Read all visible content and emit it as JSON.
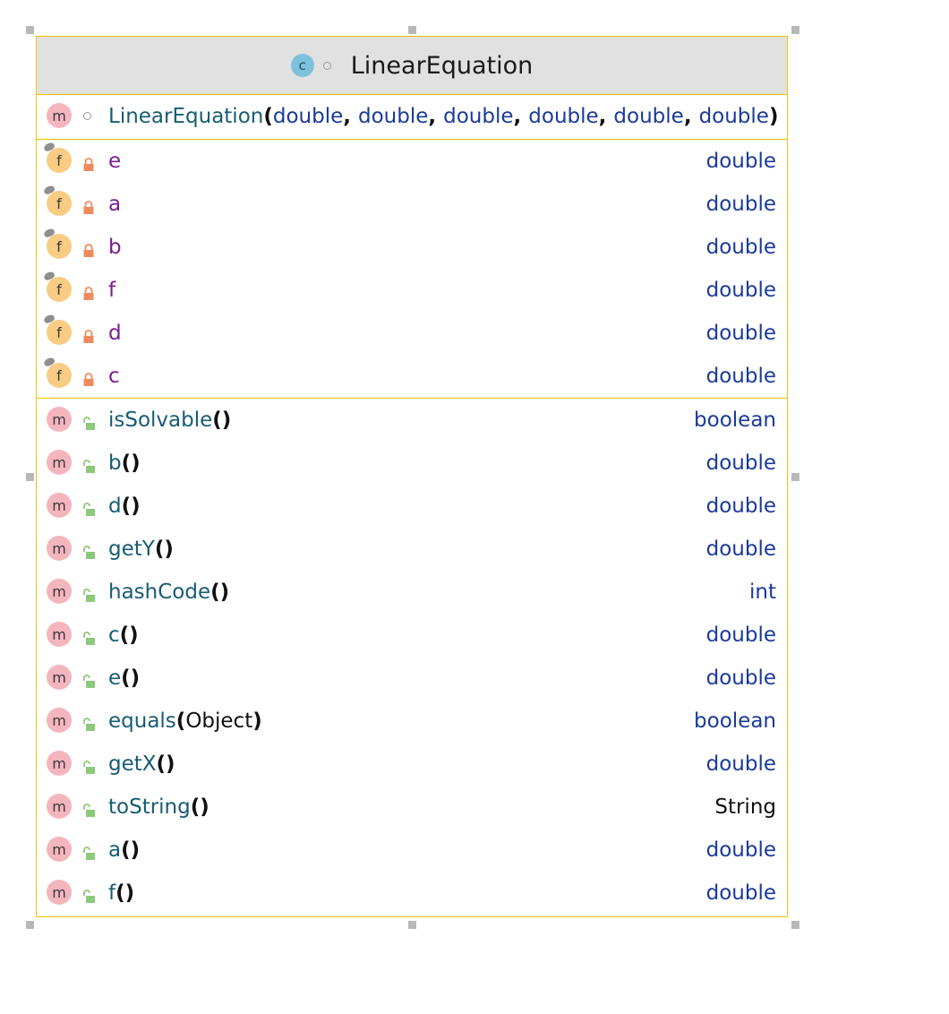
{
  "class": {
    "name": "LinearEquation",
    "icon_letter": "c",
    "icon": "class-icon"
  },
  "constructor": {
    "badge": "m",
    "name": "LinearEquation",
    "open_paren": "(",
    "close_paren": ")",
    "params": [
      "double",
      "double",
      "double",
      "double",
      "double",
      "double"
    ]
  },
  "fields": [
    {
      "badge": "f",
      "name": "e",
      "type": "double"
    },
    {
      "badge": "f",
      "name": "a",
      "type": "double"
    },
    {
      "badge": "f",
      "name": "b",
      "type": "double"
    },
    {
      "badge": "f",
      "name": "f",
      "type": "double"
    },
    {
      "badge": "f",
      "name": "d",
      "type": "double"
    },
    {
      "badge": "f",
      "name": "c",
      "type": "double"
    }
  ],
  "methods": [
    {
      "badge": "m",
      "name": "isSolvable",
      "params": "()",
      "type": "boolean"
    },
    {
      "badge": "m",
      "name": "b",
      "params": "()",
      "type": "double"
    },
    {
      "badge": "m",
      "name": "d",
      "params": "()",
      "type": "double"
    },
    {
      "badge": "m",
      "name": "getY",
      "params": "()",
      "type": "double"
    },
    {
      "badge": "m",
      "name": "hashCode",
      "params": "()",
      "type": "int"
    },
    {
      "badge": "m",
      "name": "c",
      "params": "()",
      "type": "double"
    },
    {
      "badge": "m",
      "name": "e",
      "params": "()",
      "type": "double"
    },
    {
      "badge": "m",
      "name": "equals",
      "params_open": "(",
      "params_inner": "Object",
      "params_close": ")",
      "type": "boolean"
    },
    {
      "badge": "m",
      "name": "getX",
      "params": "()",
      "type": "double"
    },
    {
      "badge": "m",
      "name": "toString",
      "params": "()",
      "type": "String"
    },
    {
      "badge": "m",
      "name": "a",
      "params": "()",
      "type": "double"
    },
    {
      "badge": "m",
      "name": "f",
      "params": "()",
      "type": "double"
    }
  ],
  "colors": {
    "border": "#f2c200",
    "header_bg": "#e1e1e1",
    "method_badge": "#f5b5be",
    "field_badge": "#f8cc83",
    "type_color": "#1a3a9c",
    "field_name_color": "#7b1c90",
    "method_name_color": "#175c73",
    "private_lock": "#f08a5d",
    "public_lock": "#8cc97a"
  }
}
